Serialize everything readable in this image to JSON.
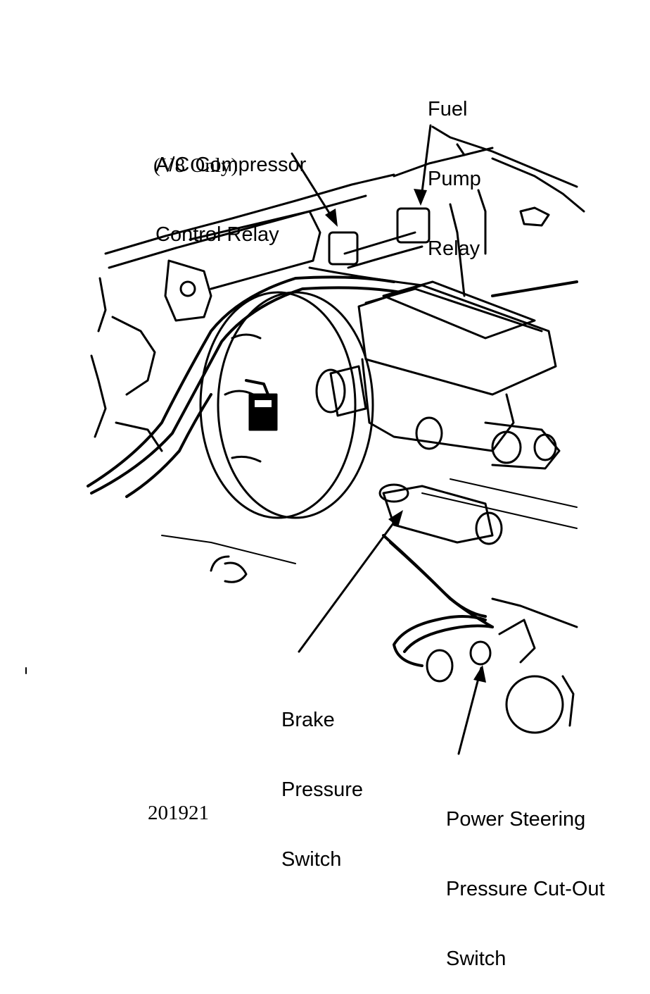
{
  "labels": {
    "fuel_pump_relay": [
      "Fuel",
      "Pump",
      "Relay"
    ],
    "ac_relay": [
      "A/C Compressor",
      "Control Relay"
    ],
    "ac_relay_note": "(V8 Only)",
    "brake_switch": [
      "Brake",
      "Pressure",
      "Switch"
    ],
    "ps_switch": [
      "Power Steering",
      "Pressure Cut-Out",
      "Switch"
    ]
  },
  "figure_number": "201921",
  "colors": {
    "ink": "#000000",
    "paper": "#ffffff"
  }
}
